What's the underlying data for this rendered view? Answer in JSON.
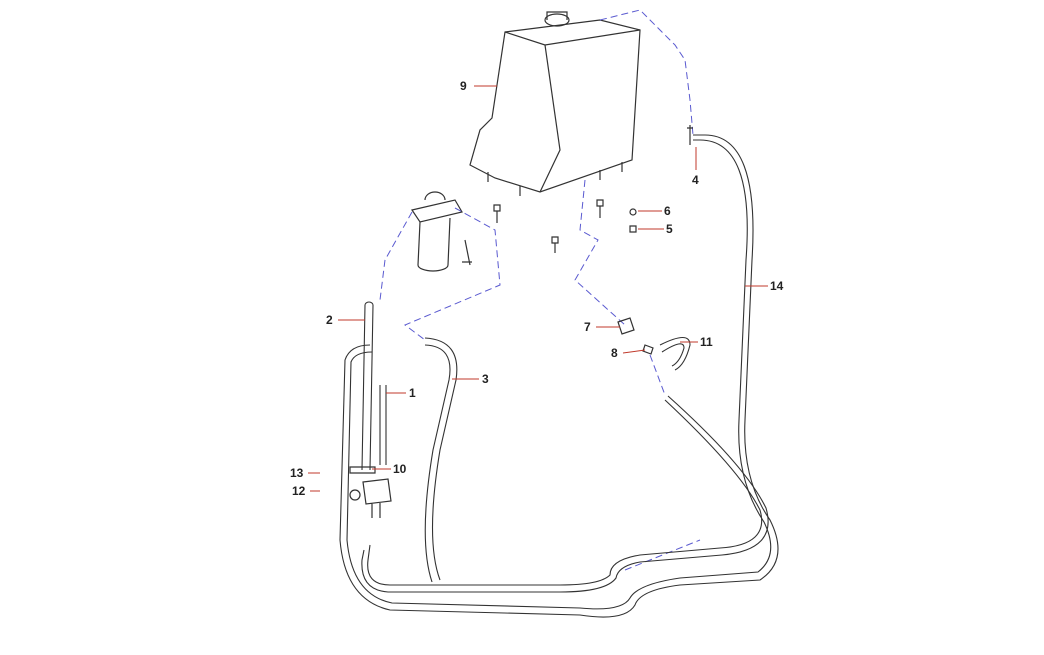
{
  "diagram": {
    "title": "Fuel system exploded parts diagram",
    "colors": {
      "line": "#333333",
      "leader": "#c0392b",
      "assembly_path": "#5a5ad0"
    },
    "callouts": [
      {
        "id": "9",
        "label": "9"
      },
      {
        "id": "4",
        "label": "4"
      },
      {
        "id": "6",
        "label": "6"
      },
      {
        "id": "5",
        "label": "5"
      },
      {
        "id": "14",
        "label": "14"
      },
      {
        "id": "2",
        "label": "2"
      },
      {
        "id": "3",
        "label": "3"
      },
      {
        "id": "7",
        "label": "7"
      },
      {
        "id": "11",
        "label": "11"
      },
      {
        "id": "8",
        "label": "8"
      },
      {
        "id": "1",
        "label": "1"
      },
      {
        "id": "10",
        "label": "10"
      },
      {
        "id": "13",
        "label": "13"
      },
      {
        "id": "12",
        "label": "12"
      }
    ]
  }
}
